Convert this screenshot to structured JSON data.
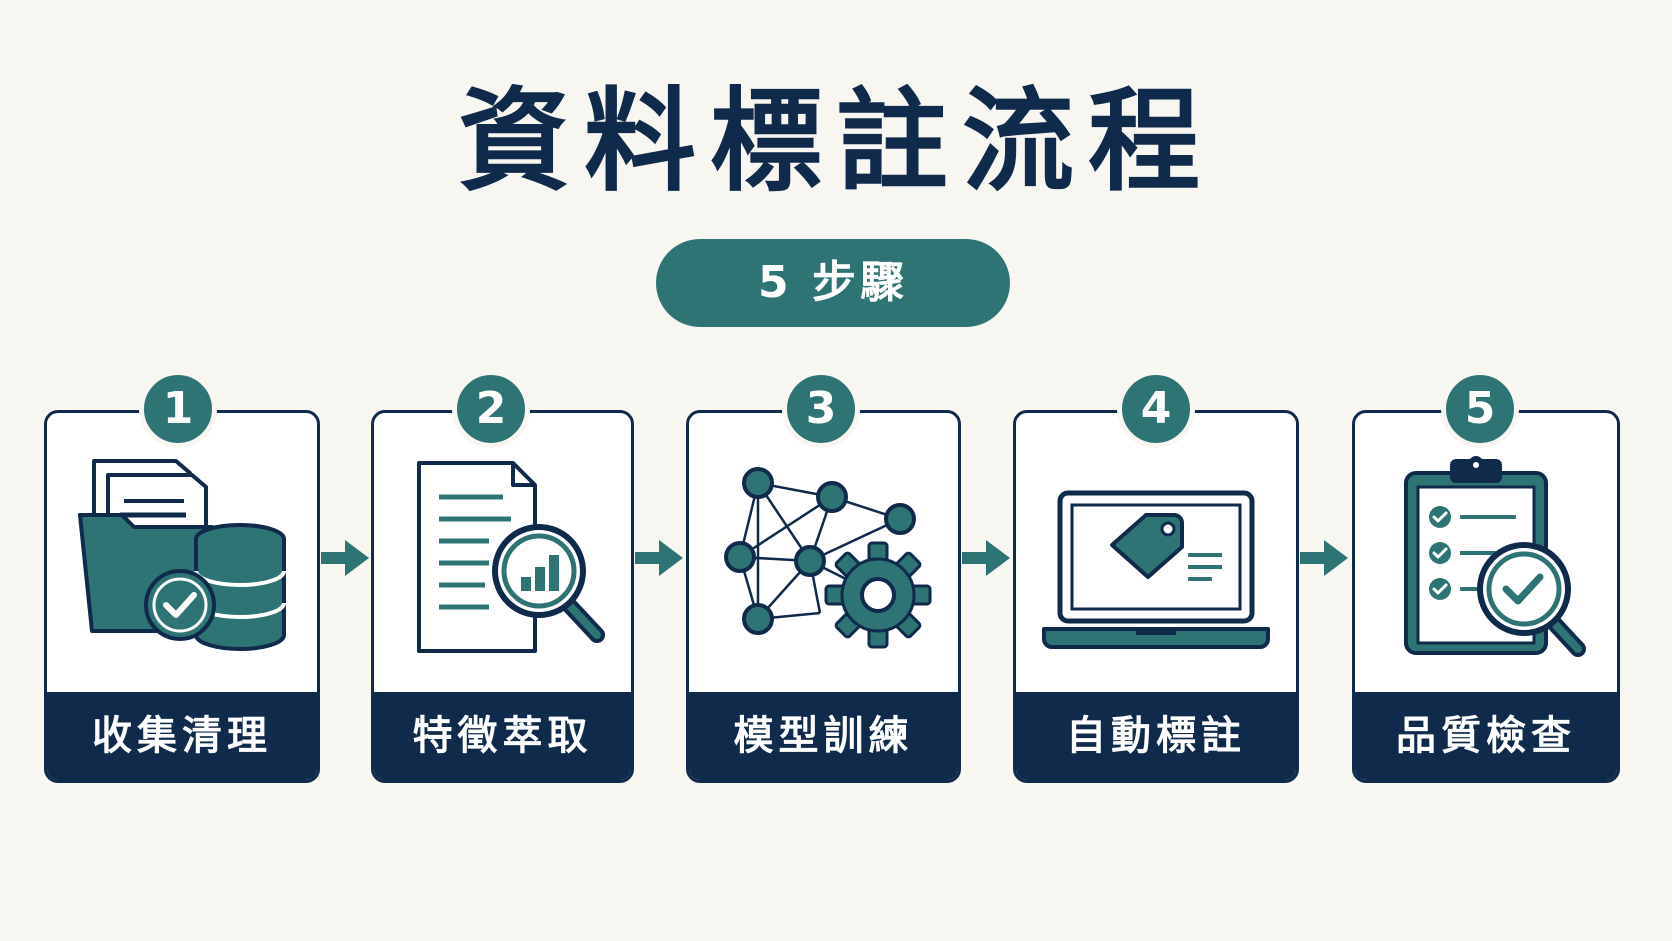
{
  "title": "資料標註流程",
  "subtitle": "5 步驟",
  "colors": {
    "navy": "#0f2a4a",
    "teal": "#2f7474",
    "background": "#f8f6f0"
  },
  "steps": [
    {
      "number": "1",
      "label": "收集清理",
      "icon": "folder-database-check-icon"
    },
    {
      "number": "2",
      "label": "特徵萃取",
      "icon": "document-magnifier-chart-icon"
    },
    {
      "number": "3",
      "label": "模型訓練",
      "icon": "neural-network-gear-icon"
    },
    {
      "number": "4",
      "label": "自動標註",
      "icon": "laptop-tag-icon"
    },
    {
      "number": "5",
      "label": "品質檢查",
      "icon": "clipboard-checklist-magnifier-icon"
    }
  ]
}
